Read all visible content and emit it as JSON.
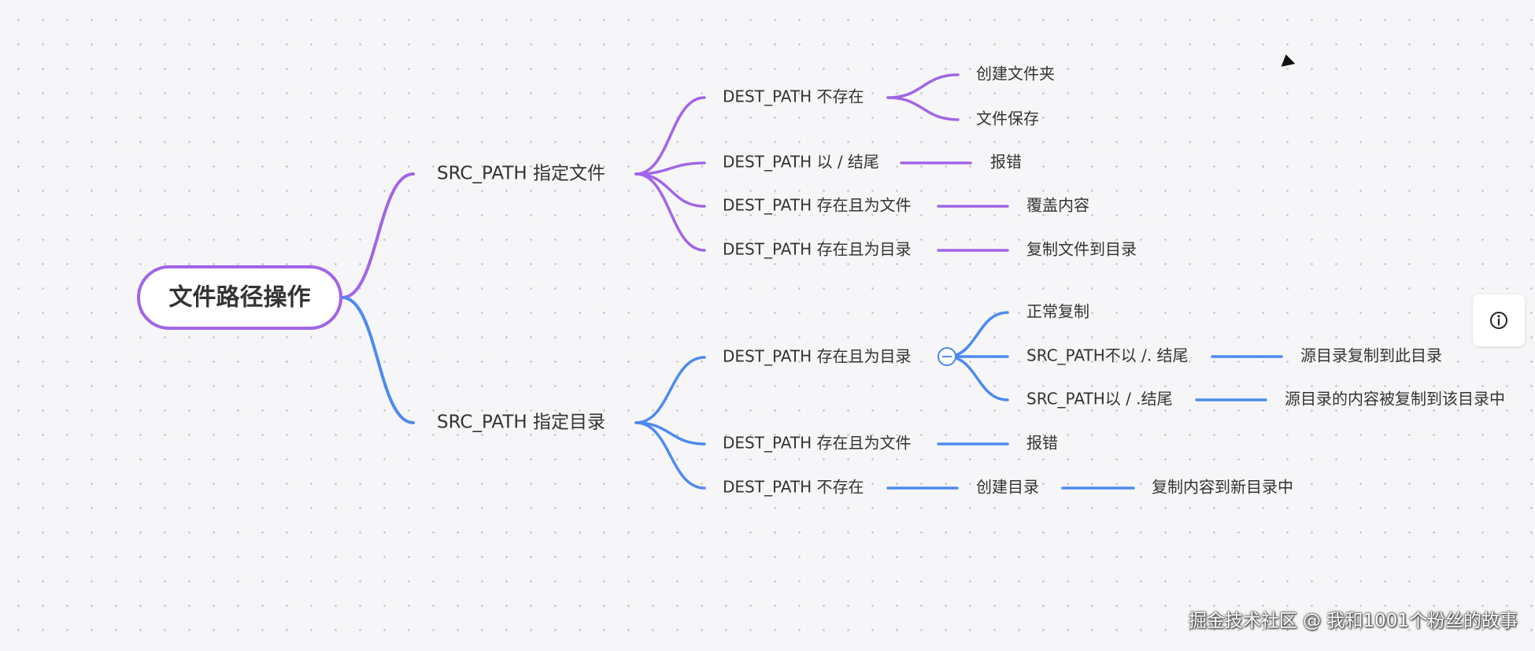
{
  "mindmap": {
    "root": {
      "label": "文件路径操作",
      "color": "#a264e6"
    },
    "branches": [
      {
        "label": "SRC_PATH 指定文件",
        "color": "#a264e6",
        "children": [
          {
            "label": "DEST_PATH 不存在",
            "children": [
              {
                "label": "创建文件夹"
              },
              {
                "label": "文件保存"
              }
            ]
          },
          {
            "label": "DEST_PATH 以 / 结尾",
            "children": [
              {
                "label": "报错"
              }
            ]
          },
          {
            "label": "DEST_PATH 存在且为文件",
            "children": [
              {
                "label": "覆盖内容"
              }
            ]
          },
          {
            "label": "DEST_PATH 存在且为目录",
            "children": [
              {
                "label": "复制文件到目录"
              }
            ]
          }
        ]
      },
      {
        "label": "SRC_PATH 指定目录",
        "color": "#4d8af0",
        "children": [
          {
            "label": "DEST_PATH 存在且为目录",
            "collapsed_toggle": "minus",
            "children": [
              {
                "label": "正常复制"
              },
              {
                "label": "SRC_PATH不以 /. 结尾",
                "children": [
                  {
                    "label": "源目录复制到此目录"
                  }
                ]
              },
              {
                "label": "SRC_PATH以 / .结尾",
                "children": [
                  {
                    "label": "源目录的内容被复制到该目录中"
                  }
                ]
              }
            ]
          },
          {
            "label": "DEST_PATH 存在且为文件",
            "children": [
              {
                "label": "报错"
              }
            ]
          },
          {
            "label": "DEST_PATH 不存在",
            "children": [
              {
                "label": "创建目录",
                "children": [
                  {
                    "label": "复制内容到新目录中"
                  }
                ]
              }
            ]
          }
        ]
      }
    ]
  },
  "toolbar": {
    "info_icon": "info-icon"
  },
  "cursor": {
    "icon": "arrow-cursor-icon"
  },
  "watermark": {
    "text": "掘金技术社区 @ 我和1001个粉丝的故事"
  }
}
